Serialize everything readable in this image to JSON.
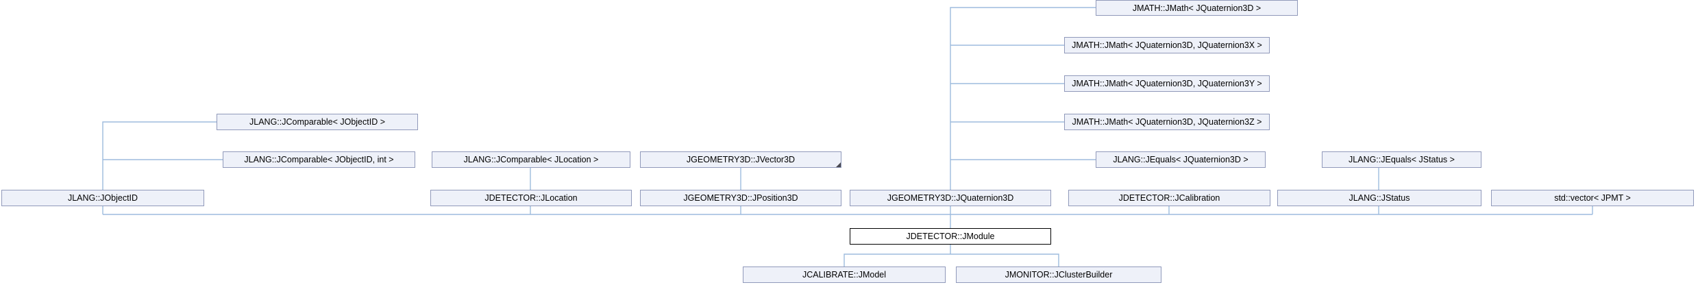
{
  "diagram": {
    "type": "class-collaboration-graph",
    "focus_class": "JDETECTOR::JModule",
    "colors": {
      "background": "#ffffff",
      "node_fill": "#eef1f9",
      "node_border": "#9099ba",
      "focus_node_fill": "#ffffff",
      "focus_node_border": "#000000",
      "edge": "#9dbbdd",
      "text": "#000000"
    },
    "nodes": {
      "jmath_q3d": {
        "label": "JMATH::JMath< JQuaternion3D >"
      },
      "jmath_q3d_x": {
        "label": "JMATH::JMath< JQuaternion3D, JQuaternion3X >"
      },
      "jmath_q3d_y": {
        "label": "JMATH::JMath< JQuaternion3D, JQuaternion3Y >"
      },
      "jmath_q3d_z": {
        "label": "JMATH::JMath< JQuaternion3D, JQuaternion3Z >"
      },
      "jcomparable_jobjectid": {
        "label": "JLANG::JComparable< JObjectID >"
      },
      "jcomparable_jobjectid_int": {
        "label": "JLANG::JComparable< JObjectID, int >"
      },
      "jcomparable_jlocation": {
        "label": "JLANG::JComparable< JLocation >"
      },
      "jvector3d": {
        "label": "JGEOMETRY3D::JVector3D"
      },
      "jequals_jquaternion3d": {
        "label": "JLANG::JEquals< JQuaternion3D >"
      },
      "jequals_jstatus": {
        "label": "JLANG::JEquals< JStatus >"
      },
      "jobjectid": {
        "label": "JLANG::JObjectID"
      },
      "jlocation": {
        "label": "JDETECTOR::JLocation"
      },
      "jposition3d": {
        "label": "JGEOMETRY3D::JPosition3D"
      },
      "jquaternion3d": {
        "label": "JGEOMETRY3D::JQuaternion3D"
      },
      "jcalibration": {
        "label": "JDETECTOR::JCalibration"
      },
      "jstatus": {
        "label": "JLANG::JStatus"
      },
      "vector_jpmt": {
        "label": "std::vector< JPMT >"
      },
      "jmodule": {
        "label": "JDETECTOR::JModule"
      },
      "jmodel": {
        "label": "JCALIBRATE::JModel"
      },
      "jclusterbuilder": {
        "label": "JMONITOR::JClusterBuilder"
      }
    },
    "edges": [
      {
        "from": "jquaternion3d",
        "to": "jmath_q3d"
      },
      {
        "from": "jquaternion3d",
        "to": "jmath_q3d_x"
      },
      {
        "from": "jquaternion3d",
        "to": "jmath_q3d_y"
      },
      {
        "from": "jquaternion3d",
        "to": "jmath_q3d_z"
      },
      {
        "from": "jquaternion3d",
        "to": "jequals_jquaternion3d"
      },
      {
        "from": "jobjectid",
        "to": "jcomparable_jobjectid"
      },
      {
        "from": "jobjectid",
        "to": "jcomparable_jobjectid_int"
      },
      {
        "from": "jlocation",
        "to": "jcomparable_jlocation"
      },
      {
        "from": "jposition3d",
        "to": "jvector3d"
      },
      {
        "from": "jstatus",
        "to": "jequals_jstatus"
      },
      {
        "from": "jmodule",
        "to": "jobjectid"
      },
      {
        "from": "jmodule",
        "to": "jlocation"
      },
      {
        "from": "jmodule",
        "to": "jposition3d"
      },
      {
        "from": "jmodule",
        "to": "jquaternion3d"
      },
      {
        "from": "jmodule",
        "to": "jcalibration"
      },
      {
        "from": "jmodule",
        "to": "jstatus"
      },
      {
        "from": "jmodule",
        "to": "vector_jpmt"
      },
      {
        "from": "jmodel",
        "to": "jmodule"
      },
      {
        "from": "jclusterbuilder",
        "to": "jmodule"
      }
    ]
  }
}
